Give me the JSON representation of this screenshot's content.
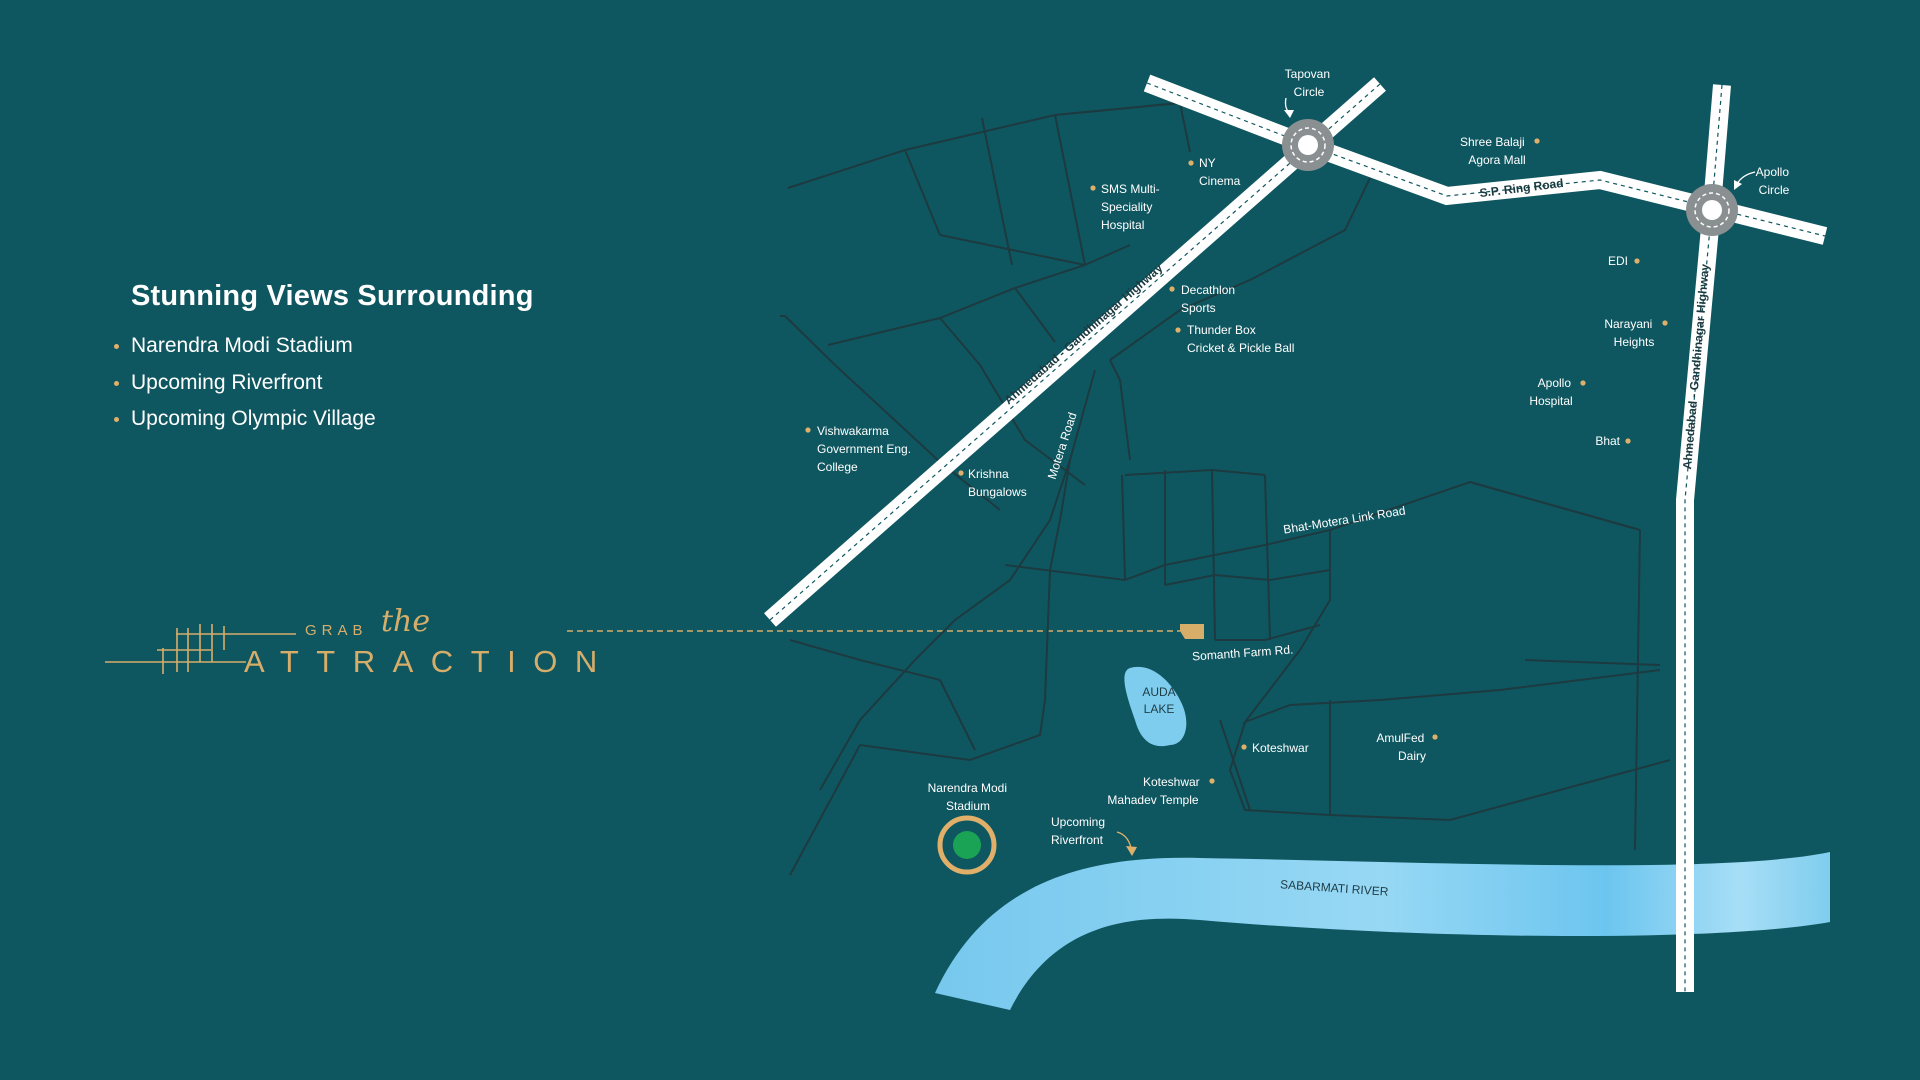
{
  "heading": "Stunning Views Surrounding",
  "bullets": [
    "Narendra Modi Stadium",
    "Upcoming Riverfront",
    "Upcoming Olympic Village"
  ],
  "logo": {
    "small": "GRAB",
    "script": "the",
    "big": "ATTRACTION"
  },
  "colors": {
    "background": "#0f5760",
    "accent": "#e0b06a",
    "road": "#ffffff",
    "water": "#7fcdee",
    "street": "#1c3a40",
    "stadium": "#1aa355"
  },
  "roads": {
    "highway_nw": "Ahmedabad - Gandhinagar Highway",
    "highway_ne": "Ahmedabad - Gandhinagar Highway",
    "ring_road": "S.P. Ring Road",
    "motera": "Motera Road",
    "bhat_motera": "Bhat-Motera Link Road",
    "somanth": "Somanth Farm Rd."
  },
  "water": {
    "river": "SABARMATI RIVER",
    "lake_line1": "AUDA",
    "lake_line2": "LAKE"
  },
  "circles": [
    {
      "name": "tapovan",
      "lines": [
        "Tapovan",
        "Circle"
      ]
    },
    {
      "name": "apollo",
      "lines": [
        "Apollo",
        "Circle"
      ]
    }
  ],
  "landmarks": [
    {
      "name": "ny-cinema",
      "lines": [
        "NY",
        "Cinema"
      ]
    },
    {
      "name": "sms-hospital",
      "lines": [
        "SMS Multi-",
        "Speciality",
        "Hospital"
      ]
    },
    {
      "name": "shree-balaji",
      "lines": [
        "Shree Balaji",
        "Agora Mall"
      ]
    },
    {
      "name": "decathlon",
      "lines": [
        "Decathlon",
        "Sports"
      ]
    },
    {
      "name": "thunder-box",
      "lines": [
        "Thunder Box",
        "Cricket & Pickle Ball"
      ]
    },
    {
      "name": "edi",
      "lines": [
        "EDI"
      ]
    },
    {
      "name": "narayani",
      "lines": [
        "Narayani",
        "Heights"
      ]
    },
    {
      "name": "apollo-hospital",
      "lines": [
        "Apollo",
        "Hospital"
      ]
    },
    {
      "name": "bhat",
      "lines": [
        "Bhat"
      ]
    },
    {
      "name": "vishwakarma",
      "lines": [
        "Vishwakarma",
        "Government Eng.",
        "College"
      ]
    },
    {
      "name": "krishna",
      "lines": [
        "Krishna",
        "Bungalows"
      ]
    },
    {
      "name": "koteshwar",
      "lines": [
        "Koteshwar"
      ]
    },
    {
      "name": "amulfed",
      "lines": [
        "AmulFed",
        "Dairy"
      ]
    },
    {
      "name": "koteshwar-temple",
      "lines": [
        "Koteshwar",
        "Mahadev Temple"
      ]
    },
    {
      "name": "stadium",
      "lines": [
        "Narendra Modi",
        "Stadium"
      ]
    },
    {
      "name": "riverfront",
      "lines": [
        "Upcoming",
        "Riverfront"
      ]
    }
  ]
}
